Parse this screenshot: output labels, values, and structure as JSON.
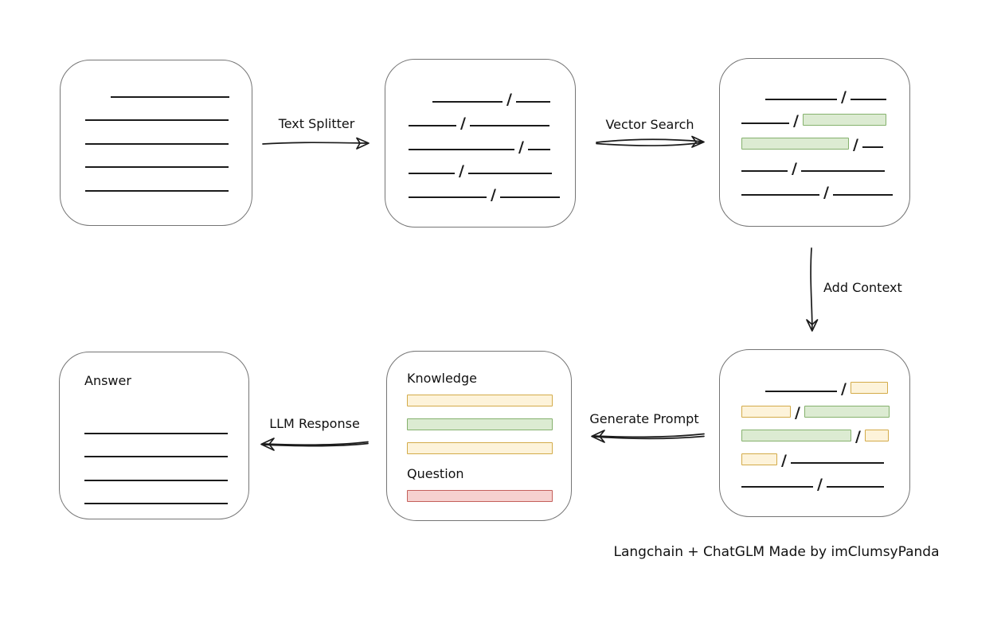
{
  "caption": "Langchain + ChatGLM Made by imClumsyPanda",
  "glyphs": {
    "slash": "/"
  },
  "colors": {
    "green_fill": "#dcebd2",
    "green_border": "#85b16d",
    "yellow_fill": "#fdf3da",
    "yellow_border": "#d3ab49",
    "red_fill": "#f6d1cf",
    "red_border": "#c4605b",
    "box_border": "#757575",
    "line": "#1b1b1b"
  },
  "arrows": [
    {
      "id": "text-splitter",
      "label": "Text Splitter",
      "direction": "right"
    },
    {
      "id": "vector-search",
      "label": "Vector Search",
      "direction": "right"
    },
    {
      "id": "add-context",
      "label": "Add Context",
      "direction": "down"
    },
    {
      "id": "generate-prompt",
      "label": "Generate Prompt",
      "direction": "left"
    },
    {
      "id": "llm-response",
      "label": "LLM Response",
      "direction": "left"
    }
  ],
  "boxes": {
    "document": {
      "rows": [
        [
          {
            "t": "line",
            "w": 149,
            "ml": 32
          }
        ],
        [
          {
            "t": "line",
            "w": 180
          }
        ],
        [
          {
            "t": "line",
            "w": 180
          }
        ],
        [
          {
            "t": "line",
            "w": 180
          }
        ],
        [
          {
            "t": "line",
            "w": 180
          }
        ]
      ]
    },
    "chunks": {
      "rows": [
        [
          {
            "t": "line",
            "w": 88,
            "ml": 30
          },
          {
            "t": "slash"
          },
          {
            "t": "line",
            "w": 43
          }
        ],
        [
          {
            "t": "line",
            "w": 60
          },
          {
            "t": "slash"
          },
          {
            "t": "line",
            "w": 100
          }
        ],
        [
          {
            "t": "line",
            "w": 133
          },
          {
            "t": "slash"
          },
          {
            "t": "line",
            "w": 28
          }
        ],
        [
          {
            "t": "line",
            "w": 58
          },
          {
            "t": "slash"
          },
          {
            "t": "line",
            "w": 105
          }
        ],
        [
          {
            "t": "line",
            "w": 98
          },
          {
            "t": "slash"
          },
          {
            "t": "line",
            "w": 75
          }
        ]
      ]
    },
    "matched": {
      "rows": [
        [
          {
            "t": "line",
            "w": 90,
            "ml": 30
          },
          {
            "t": "slash"
          },
          {
            "t": "line",
            "w": 45
          }
        ],
        [
          {
            "t": "line",
            "w": 60
          },
          {
            "t": "slash"
          },
          {
            "t": "chip",
            "c": "green",
            "w": 105
          }
        ],
        [
          {
            "t": "chip",
            "c": "green",
            "w": 135
          },
          {
            "t": "slash"
          },
          {
            "t": "line",
            "w": 26
          }
        ],
        [
          {
            "t": "line",
            "w": 58
          },
          {
            "t": "slash"
          },
          {
            "t": "line",
            "w": 105
          }
        ],
        [
          {
            "t": "line",
            "w": 98
          },
          {
            "t": "slash"
          },
          {
            "t": "line",
            "w": 75
          }
        ]
      ]
    },
    "context": {
      "rows": [
        [
          {
            "t": "line",
            "w": 90,
            "ml": 30
          },
          {
            "t": "slash"
          },
          {
            "t": "chip",
            "c": "yellow",
            "w": 47
          }
        ],
        [
          {
            "t": "chip",
            "c": "yellow",
            "w": 62
          },
          {
            "t": "slash"
          },
          {
            "t": "chip",
            "c": "green",
            "w": 107
          }
        ],
        [
          {
            "t": "chip",
            "c": "green",
            "w": 138
          },
          {
            "t": "slash"
          },
          {
            "t": "chip",
            "c": "yellow",
            "w": 30
          }
        ],
        [
          {
            "t": "chip",
            "c": "yellow",
            "w": 45
          },
          {
            "t": "slash"
          },
          {
            "t": "line",
            "w": 117
          }
        ],
        [
          {
            "t": "line",
            "w": 90
          },
          {
            "t": "slash"
          },
          {
            "t": "line",
            "w": 72
          }
        ]
      ]
    },
    "prompt": {
      "knowledge_label": "Knowledge",
      "question_label": "Question",
      "bars": [
        "yellow",
        "green",
        "yellow"
      ],
      "question_bars": [
        "red"
      ]
    },
    "answer": {
      "label": "Answer",
      "rows": [
        [
          {
            "t": "line",
            "w": 180
          }
        ],
        [
          {
            "t": "line",
            "w": 180
          }
        ],
        [
          {
            "t": "line",
            "w": 180
          }
        ],
        [
          {
            "t": "line",
            "w": 180
          }
        ]
      ]
    }
  }
}
